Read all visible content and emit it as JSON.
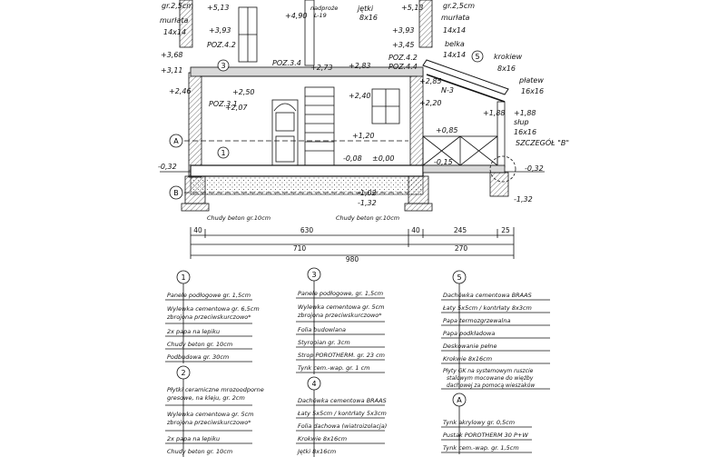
{
  "section": {
    "annotations": [
      {
        "id": "a1",
        "text": "gr.2,5cm"
      },
      {
        "id": "a2",
        "text": "+5,13"
      },
      {
        "id": "a3",
        "text": "murłata"
      },
      {
        "id": "a4",
        "text": "14x14"
      },
      {
        "id": "a5",
        "text": "+3,93"
      },
      {
        "id": "a6",
        "text": "+3,68"
      },
      {
        "id": "a7",
        "text": "+3,11"
      },
      {
        "id": "a8",
        "text": "POZ.4.2"
      },
      {
        "id": "a9",
        "text": "+4,90"
      },
      {
        "id": "a10",
        "text": "nadproże"
      },
      {
        "id": "a11",
        "text": "L-19"
      },
      {
        "id": "a12",
        "text": "jętki"
      },
      {
        "id": "a13",
        "text": "8x16"
      },
      {
        "id": "a14",
        "text": "+5,13"
      },
      {
        "id": "a15",
        "text": "gr.2,5cm"
      },
      {
        "id": "a16",
        "text": "murłata"
      },
      {
        "id": "a17",
        "text": "14x14"
      },
      {
        "id": "a18",
        "text": "+3,93"
      },
      {
        "id": "a19",
        "text": "+3,45"
      },
      {
        "id": "a20",
        "text": "belka"
      },
      {
        "id": "a21",
        "text": "14x14"
      },
      {
        "id": "a22",
        "text": "POZ.4.2"
      },
      {
        "id": "a23",
        "text": "POZ.4.4"
      },
      {
        "id": "a24",
        "text": "POZ.3.4"
      },
      {
        "id": "a25",
        "text": "+2,73"
      },
      {
        "id": "a26",
        "text": "+2,83"
      },
      {
        "id": "a27",
        "text": "+2,46"
      },
      {
        "id": "a28",
        "text": "+2,50"
      },
      {
        "id": "a29",
        "text": "POZ.3.1"
      },
      {
        "id": "a30",
        "text": "+2,07"
      },
      {
        "id": "a31",
        "text": "+2,40"
      },
      {
        "id": "a32",
        "text": "+1,20"
      },
      {
        "id": "a33",
        "text": "+2,85"
      },
      {
        "id": "a34",
        "text": "N-3"
      },
      {
        "id": "a35",
        "text": "+2,20"
      },
      {
        "id": "a36",
        "text": "krokiew"
      },
      {
        "id": "a37",
        "text": "8x16"
      },
      {
        "id": "a38",
        "text": "płatew"
      },
      {
        "id": "a39",
        "text": "16x16"
      },
      {
        "id": "a40",
        "text": "+1,88"
      },
      {
        "id": "a41",
        "text": "+1,88"
      },
      {
        "id": "a42",
        "text": "słup"
      },
      {
        "id": "a43",
        "text": "16x16"
      },
      {
        "id": "a44",
        "text": "+0,85"
      },
      {
        "id": "a45",
        "text": "SZCZEGÓŁ \"B\""
      },
      {
        "id": "a46",
        "text": "-0,08"
      },
      {
        "id": "a47",
        "text": "±0,00"
      },
      {
        "id": "a48",
        "text": "-0,15"
      },
      {
        "id": "a49",
        "text": "-0,32"
      },
      {
        "id": "a50",
        "text": "-0,32"
      },
      {
        "id": "a51",
        "text": "-1,02"
      },
      {
        "id": "a52",
        "text": "-1,32"
      },
      {
        "id": "a53",
        "text": "-1,32"
      },
      {
        "id": "a54",
        "text": "Chudy beton gr.10cm"
      },
      {
        "id": "a55",
        "text": "Chudy beton gr.10cm"
      }
    ],
    "markers": [
      "3",
      "A",
      "1",
      "B",
      "5",
      "4"
    ],
    "dims_row1": [
      "40",
      "630",
      "40",
      "245",
      "25"
    ],
    "dims_row2": [
      "710",
      "270"
    ],
    "dims_row3": "980"
  },
  "legend": {
    "box1": {
      "num": "1",
      "rows": [
        "Panele podłogowe gr. 1,5cm",
        "Wylewka cementowa gr. 6,5cm",
        "zbrojona przeciwskurczowo*",
        "2x papa na lepiku",
        "Chudy beton gr. 10cm",
        "Podbudowa gr. 30cm"
      ]
    },
    "box2": {
      "num": "2",
      "rows": [
        "Płytki ceramiczne mrozoodporne",
        "gresowe, na kleju, gr. 2cm",
        "Wylewka cementowa gr. 5cm",
        "zbrojona przeciwskurczowo*",
        "2x papa na lepiku",
        "Chudy beton gr. 10cm"
      ]
    },
    "box3": {
      "num": "3",
      "rows": [
        "Panele podłogowe, gr. 1,5cm",
        "Wylewka cementowa gr. 5cm",
        "zbrojona przeciwskurczowo*",
        "Folia budowlana",
        "Styropian gr. 3cm",
        "Strop POROTHERM. gr. 23 cm",
        "Tynk cem.-wap. gr. 1 cm"
      ]
    },
    "box4": {
      "num": "4",
      "rows": [
        "Dachówka cementowa BRAAS",
        "Łaty 5x5cm / kontrłaty 5x3cm",
        "Folia dachowa (wiatroizolacja)",
        "Krokwie 8x16cm",
        "Jętki 8x16cm"
      ]
    },
    "box5": {
      "num": "5",
      "rows": [
        "Dachówka cementowa BRAAS",
        "Łaty 5x5cm / kontrłaty 8x3cm",
        "Papa termozgrzewalna",
        "Papa podkładowa",
        "Deskowanie pełne",
        "Krokwie 8x16cm",
        "Płyty GK na systemowym ruszcie",
        "stalowym mocowane do więźby",
        "dachowej za pomocą wieszaków"
      ]
    },
    "boxA": {
      "num": "A",
      "rows": [
        "Tynk akrylowy gr. 0,5cm",
        "Pustak POROTHERM 30 P+W",
        "Tynk cem.-wap. gr. 1,5cm"
      ]
    }
  }
}
